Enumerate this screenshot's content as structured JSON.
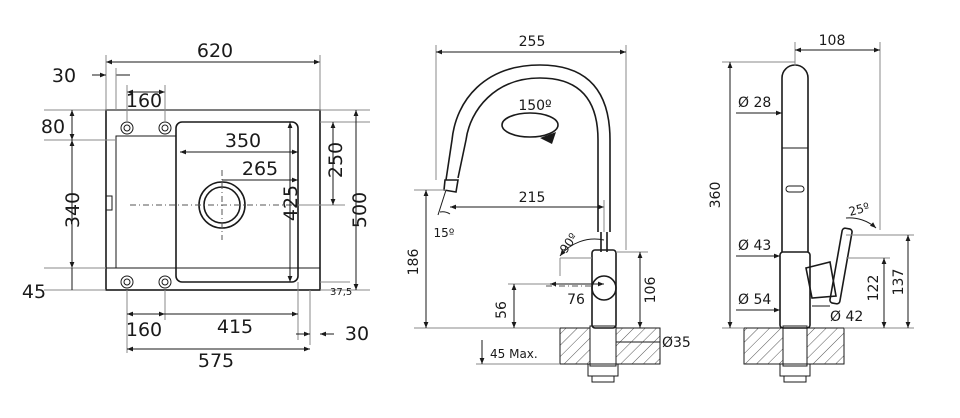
{
  "sink_plan": {
    "dims": {
      "overall_width": "620",
      "left_offset": "30",
      "hole_spacing_top": "160",
      "top_margin": "80",
      "bowl_width": "350",
      "drain_offset": "265",
      "bowl_height": "340",
      "bottom_margin": "45",
      "hole_spacing_bottom": "160",
      "bowl_length": "415",
      "right_offset": "30",
      "cutout_width": "575",
      "drain_depth": "250",
      "bowl_inner": "425",
      "overall_depth": "500",
      "corner": "37,5"
    }
  },
  "faucet_side": {
    "dims": {
      "reach_total": "255",
      "rotation": "150º",
      "reach": "215",
      "spray_angle": "15º",
      "height": "186",
      "handle_angle": "90º",
      "handle_offset": "76",
      "base_height": "106",
      "lever_height": "56",
      "thickness": "45 Max.",
      "hole": "Ø35"
    }
  },
  "faucet_front": {
    "dims": {
      "top_width": "108",
      "spout_dia": "Ø 28",
      "height": "360",
      "lever_angle": "25º",
      "body_dia": "Ø 43",
      "lever_height": "122",
      "lever_total": "137",
      "base_dia": "Ø 54",
      "lever_dia": "Ø 42"
    }
  }
}
